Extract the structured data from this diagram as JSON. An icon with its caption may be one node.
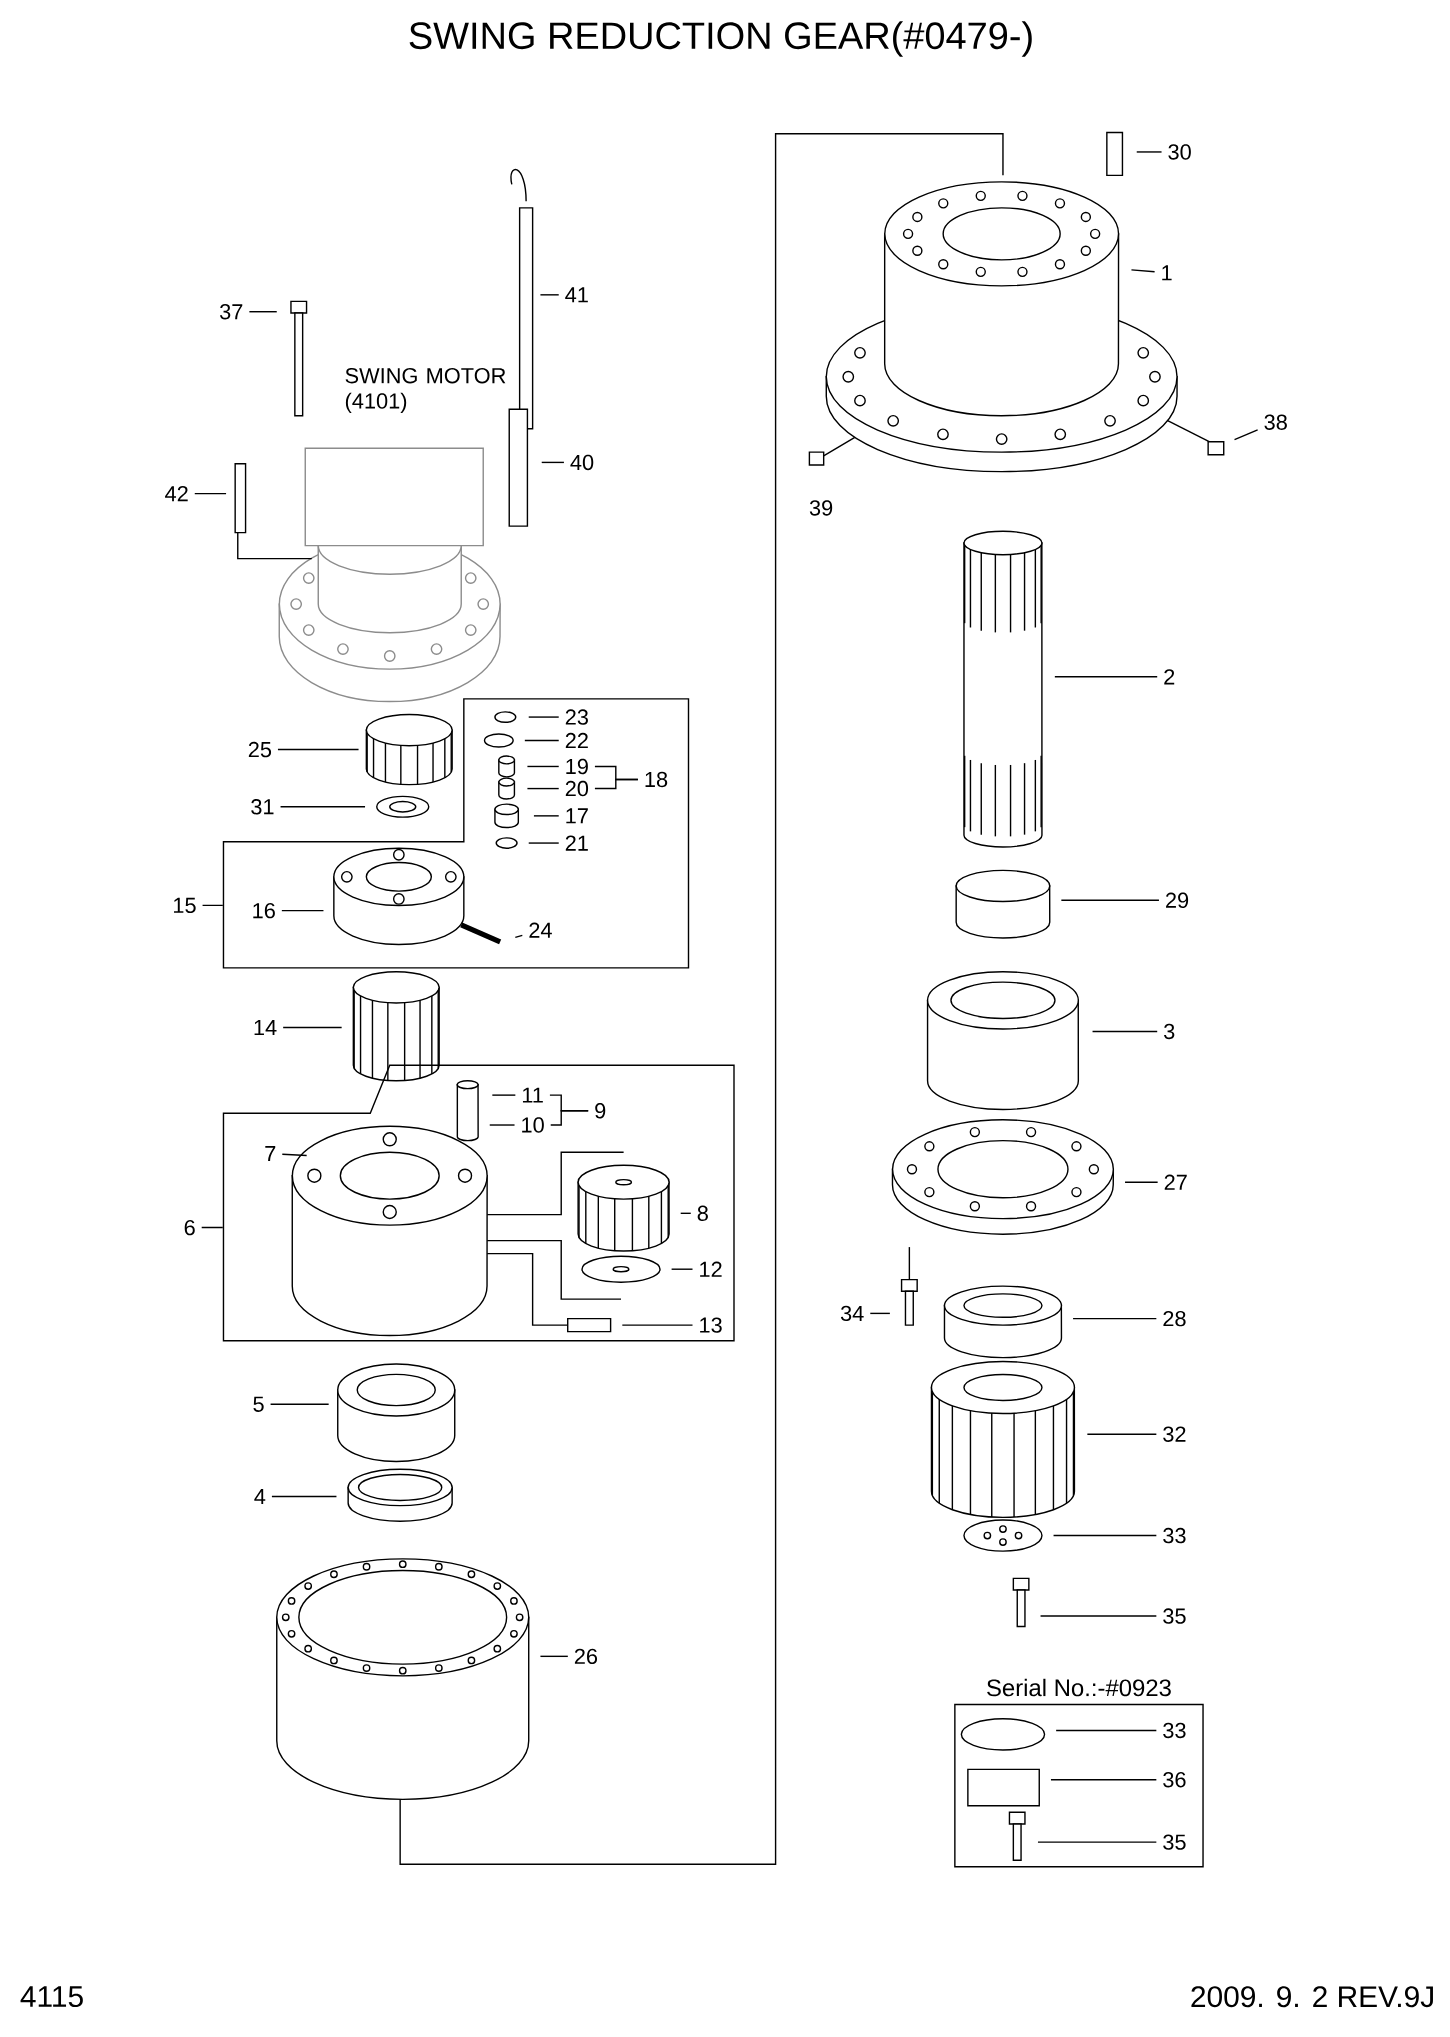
{
  "diagram": {
    "title": "SWING REDUCTION GEAR(#0479-)",
    "nodes": [
      {
        "text": [
          "30"
        ]
      },
      {
        "text": [
          "1"
        ]
      },
      {
        "text": [
          "41"
        ]
      },
      {
        "text": [
          "37"
        ]
      },
      {
        "text": [
          "38"
        ]
      },
      {
        "text": [
          "40"
        ]
      },
      {
        "text": [
          "42"
        ]
      },
      {
        "text": [
          "2"
        ]
      },
      {
        "text": [],
        "shape": "box"
      },
      {
        "text": [
          "23"
        ],
        "in": 8
      },
      {
        "text": [
          "25"
        ]
      },
      {
        "text": [
          "22"
        ],
        "in": 8
      },
      {
        "text": [
          "19"
        ],
        "in": 8
      },
      {
        "text": [
          "18"
        ],
        "in": 8
      },
      {
        "text": [
          "20"
        ],
        "in": 8
      },
      {
        "text": [
          "31"
        ]
      },
      {
        "text": [
          "17"
        ],
        "in": 8
      },
      {
        "text": [
          "21"
        ],
        "in": 8
      },
      {
        "text": [
          "29"
        ]
      },
      {
        "text": [
          "15"
        ]
      },
      {
        "text": [
          "16"
        ],
        "in": 8
      },
      {
        "text": [
          "24"
        ],
        "in": 8
      },
      {
        "text": [
          "14"
        ]
      },
      {
        "text": [
          "3"
        ]
      },
      {
        "text": [],
        "shape": "box"
      },
      {
        "text": [
          "11"
        ],
        "in": 24
      },
      {
        "text": [
          "9"
        ],
        "in": 24
      },
      {
        "text": [
          "10"
        ],
        "in": 24
      },
      {
        "text": [
          "7"
        ],
        "in": 24
      },
      {
        "text": [
          "27"
        ]
      },
      {
        "text": [
          "8"
        ],
        "in": 24
      },
      {
        "text": [
          "6"
        ]
      },
      {
        "text": [
          "12"
        ],
        "in": 24
      },
      {
        "text": [
          "28"
        ]
      },
      {
        "text": [
          "13"
        ],
        "in": 24
      },
      {
        "text": [
          "34"
        ]
      },
      {
        "text": [
          "5"
        ]
      },
      {
        "text": [
          "32"
        ]
      },
      {
        "text": [
          "4"
        ]
      },
      {
        "text": [
          "33"
        ]
      },
      {
        "text": [
          "35"
        ]
      },
      {
        "text": [
          "26"
        ]
      },
      {
        "text": [
          "Serial No.:-#0923"
        ]
      },
      {
        "text": [
          "33"
        ],
        "in": 42
      },
      {
        "text": [
          "36"
        ],
        "in": 42
      },
      {
        "text": [
          "35"
        ],
        "in": 42
      }
    ],
    "edges": [
      {
        "from": 0,
        "to": null,
        "arrow": "none"
      },
      {
        "from": 1,
        "to": null,
        "arrow": "none"
      },
      {
        "from": 2,
        "to": null,
        "arrow": "none"
      },
      {
        "from": 3,
        "to": null,
        "arrow": "none"
      },
      {
        "from": 4,
        "to": null,
        "arrow": "none"
      },
      {
        "from": 5,
        "to": null,
        "arrow": "none"
      },
      {
        "from": 6,
        "to": null,
        "arrow": "none"
      },
      {
        "from": 7,
        "to": null,
        "arrow": "none"
      },
      {
        "from": 9,
        "to": null,
        "arrow": "none"
      },
      {
        "from": 10,
        "to": null,
        "arrow": "none"
      },
      {
        "from": 11,
        "to": null,
        "arrow": "none"
      },
      {
        "from": 12,
        "to": null,
        "arrow": "none"
      },
      {
        "from": 14,
        "to": null,
        "arrow": "none"
      },
      {
        "from": 15,
        "to": null,
        "arrow": "none"
      },
      {
        "from": 16,
        "to": null,
        "arrow": "none"
      },
      {
        "from": 17,
        "to": null,
        "arrow": "none"
      },
      {
        "from": 18,
        "to": null,
        "arrow": "none"
      },
      {
        "from": 20,
        "to": null,
        "arrow": "none"
      },
      {
        "from": 21,
        "to": null,
        "arrow": "none"
      },
      {
        "from": 22,
        "to": null,
        "arrow": "none"
      },
      {
        "from": 23,
        "to": null,
        "arrow": "none"
      },
      {
        "from": 25,
        "to": null,
        "arrow": "none"
      },
      {
        "from": 27,
        "to": null,
        "arrow": "none"
      },
      {
        "from": 28,
        "to": null,
        "arrow": "none"
      },
      {
        "from": 29,
        "to": null,
        "arrow": "none"
      },
      {
        "from": 30,
        "to": null,
        "arrow": "none"
      },
      {
        "from": 32,
        "to": null,
        "arrow": "none"
      },
      {
        "from": 33,
        "to": null,
        "arrow": "none"
      },
      {
        "from": 34,
        "to": null,
        "arrow": "none"
      },
      {
        "from": 35,
        "to": null,
        "arrow": "none"
      },
      {
        "from": 36,
        "to": null,
        "arrow": "none"
      },
      {
        "from": 37,
        "to": null,
        "arrow": "none"
      },
      {
        "from": 38,
        "to": null,
        "arrow": "none"
      },
      {
        "from": 39,
        "to": null,
        "arrow": "none"
      },
      {
        "from": 40,
        "to": null,
        "arrow": "none"
      },
      {
        "from": 41,
        "to": null,
        "arrow": "none"
      },
      {
        "from": 43,
        "to": null,
        "arrow": "none"
      },
      {
        "from": 44,
        "to": null,
        "arrow": "none"
      },
      {
        "from": 45,
        "to": null,
        "arrow": "none"
      },
      {
        "from": 19,
        "to": 8,
        "arrow": "none"
      },
      {
        "from": 31,
        "to": 24,
        "arrow": "none"
      },
      {
        "from": 25,
        "to": 26,
        "arrow": "none"
      },
      {
        "from": 27,
        "to": 26,
        "arrow": "none"
      },
      {
        "from": 12,
        "to": 13,
        "arrow": "none"
      },
      {
        "from": 14,
        "to": 13,
        "arrow": "none"
      }
    ],
    "labels": [
      "SWING MOTOR (4101)",
      "39",
      "4115",
      "2009. 9. 2 REV.9J"
    ]
  }
}
